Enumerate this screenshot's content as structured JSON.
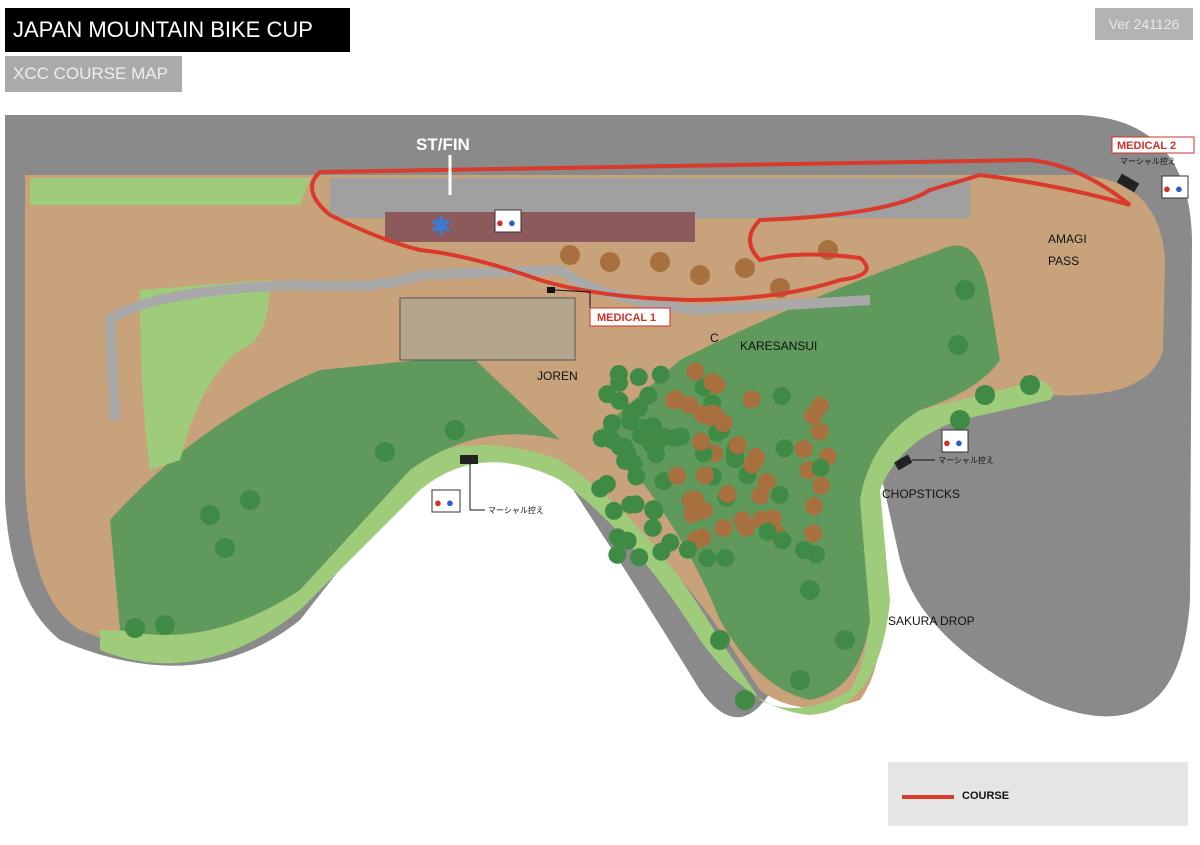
{
  "header": {
    "title": "JAPAN MOUNTAIN BIKE CUP",
    "subtitle": "XCC COURSE MAP",
    "version": "Ver 241126"
  },
  "map": {
    "labels": {
      "start_finish": "ST/FIN",
      "amagi_1": "AMAGI",
      "amagi_2": "PASS",
      "karesansui": "KARESANSUI",
      "joren": "JOREN",
      "chopsticks": "CHOPSTICKS",
      "sakura_drop": "SAKURA DROP",
      "c_marker": "C"
    },
    "medical": [
      "MEDICAL 1",
      "MEDICAL 2"
    ],
    "marshal_label": "マーシャル控え"
  },
  "legend": {
    "course_label": "COURSE"
  },
  "colors": {
    "course": "#d93a2b",
    "road": "#8a8a8a",
    "dirt": "#c8a27a",
    "grass": "#5f9a5c",
    "light_grass": "#9fcc7a"
  }
}
